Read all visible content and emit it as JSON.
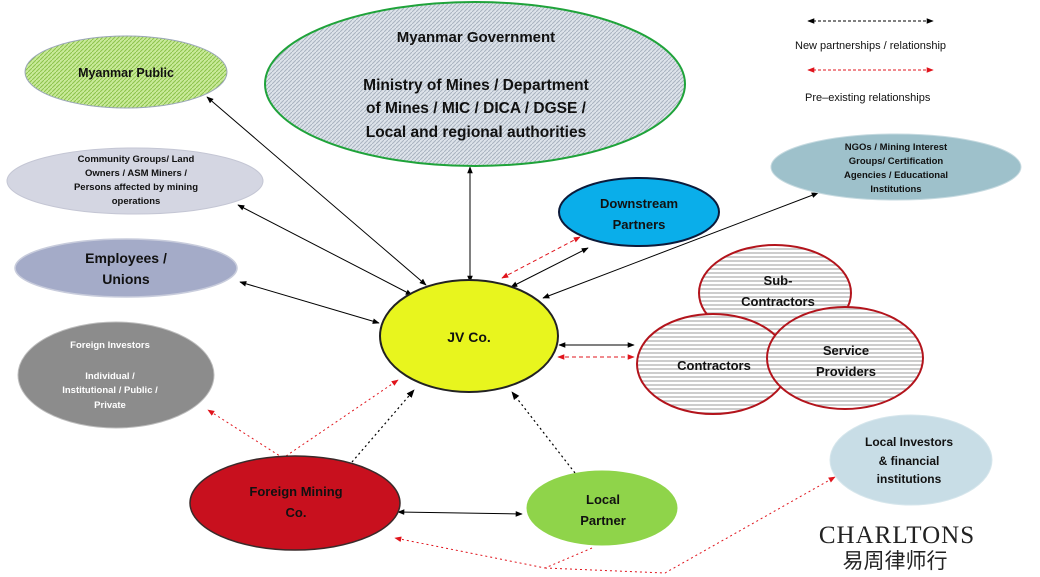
{
  "legend": {
    "new_label": "New partnerships / relationship",
    "pre_label": "Pre–existing relationships"
  },
  "nodes": {
    "government": {
      "title": "Myanmar Government",
      "line1": "Ministry of Mines / Department",
      "line2": "of Mines / MIC / DICA / DGSE /",
      "line3": "Local  and regional authorities"
    },
    "public": {
      "label": "Myanmar Public"
    },
    "community": {
      "line1": "Community Groups/ Land",
      "line2": "Owners / ASM Miners /",
      "line3": "Persons affected by mining",
      "line4": "operations"
    },
    "employees": {
      "line1": "Employees /",
      "line2": "Unions"
    },
    "foreign_investors": {
      "title": "Foreign Investors",
      "line1": "Individual /",
      "line2": "Institutional / Public /",
      "line3": "Private"
    },
    "jv": {
      "label": "JV Co."
    },
    "downstream": {
      "line1": "Downstream",
      "line2": "Partners"
    },
    "ngos": {
      "line1": "NGOs / Mining Interest",
      "line2": "Groups/ Certification",
      "line3": "Agencies / Educational",
      "line4": "Institutions"
    },
    "subcontractors": {
      "line1": "Sub-",
      "line2": "Contractors"
    },
    "contractors": {
      "label": "Contractors"
    },
    "service": {
      "line1": "Service",
      "line2": "Providers"
    },
    "foreign_mining": {
      "line1": "Foreign Mining",
      "line2": "Co."
    },
    "local_partner": {
      "line1": "Local",
      "line2": "Partner"
    },
    "local_investors": {
      "line1": "Local Investors",
      "line2": "& financial",
      "line3": "institutions"
    }
  },
  "logo": {
    "name": "CHARLTONS",
    "chinese": "易周律师行"
  },
  "colors": {
    "new_arrow": "#000000",
    "pre_arrow": "#e0141c",
    "jv_fill": "#e8f51e",
    "downstream_fill": "#0aaeea",
    "foreign_mining_fill": "#c8101e",
    "local_partner_fill": "#8fd44a",
    "foreign_investors_fill": "#8c8c8c",
    "local_investors_fill": "#c8dde6",
    "ngos_fill": "#9ec1cb",
    "employees_fill": "#a4abc8",
    "community_fill": "#d4d6e2",
    "public_fill": "#c4e594"
  }
}
